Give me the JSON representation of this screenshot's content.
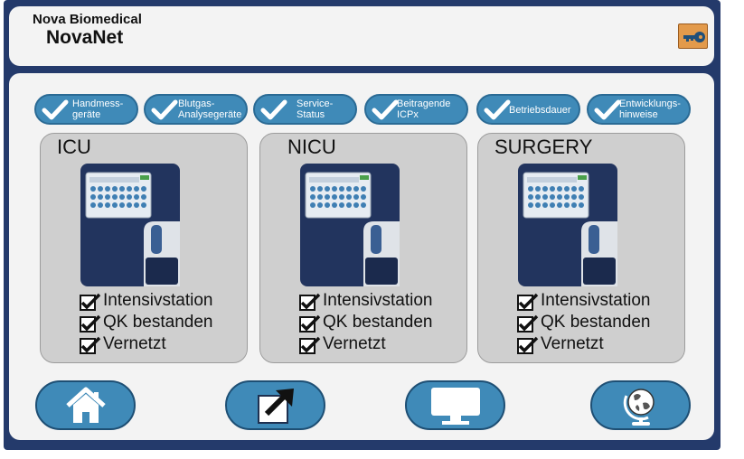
{
  "header": {
    "brand_top": "Nova Biomedical",
    "brand_main": "NovaNet"
  },
  "filters": [
    {
      "label": "Handmess-\ngeräte"
    },
    {
      "label": "Blutgas-\nAnalysegeräte"
    },
    {
      "label": "Service-\nStatus"
    },
    {
      "label": "Beitragende\nICPx"
    },
    {
      "label": "Betriebsdauer"
    },
    {
      "label": "Entwicklungs-\nhinweise"
    }
  ],
  "panels": [
    {
      "title": "ICU",
      "status": [
        "Intensivstation",
        "QK bestanden",
        "Vernetzt"
      ]
    },
    {
      "title": "NICU",
      "status": [
        "Intensivstation",
        "QK bestanden",
        "Vernetzt"
      ]
    },
    {
      "title": "SURGERY",
      "status": [
        "Intensivstation",
        "QK bestanden",
        "Vernetzt"
      ]
    }
  ],
  "nav": [
    {
      "icon": "home-icon"
    },
    {
      "icon": "external-link-icon"
    },
    {
      "icon": "monitor-icon"
    },
    {
      "icon": "globe-icon"
    }
  ],
  "colors": {
    "frame": "#243a6b",
    "accent": "#3f8ab8",
    "key_button": "#e39a4b",
    "panel": "#cfcfcf"
  }
}
